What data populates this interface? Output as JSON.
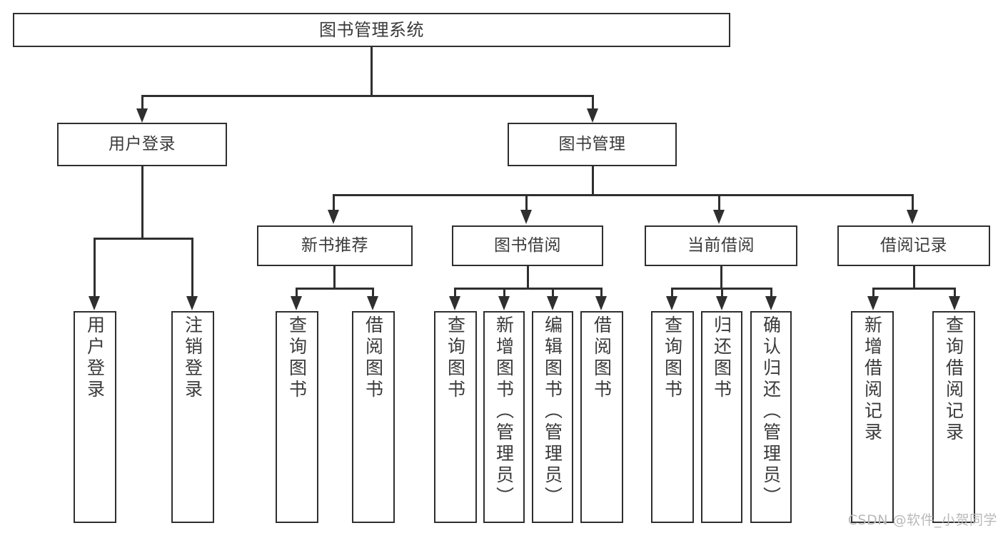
{
  "diagram": {
    "type": "tree",
    "title": "图书管理系统",
    "watermark": "CSDN @软件_小贺同学",
    "colors": {
      "stroke": "#2f2f2f",
      "text": "#3a3a3a",
      "background": "#ffffff",
      "watermark": "#b9b9b9"
    },
    "root": {
      "label": "图书管理系统"
    },
    "level1": [
      {
        "label": "用户登录"
      },
      {
        "label": "图书管理"
      }
    ],
    "level2": [
      {
        "label": "新书推荐"
      },
      {
        "label": "图书借阅"
      },
      {
        "label": "当前借阅"
      },
      {
        "label": "借阅记录"
      }
    ],
    "leaves": {
      "user_login": [
        {
          "label": "用户登录"
        },
        {
          "label": "注销登录"
        }
      ],
      "new_book_recommend": [
        {
          "label": "查询图书"
        },
        {
          "label": "借阅图书"
        }
      ],
      "book_borrow": [
        {
          "label": "查询图书"
        },
        {
          "label": "新增图书（管理员）"
        },
        {
          "label": "编辑图书（管理员）"
        },
        {
          "label": "借阅图书"
        }
      ],
      "current_borrow": [
        {
          "label": "查询图书"
        },
        {
          "label": "归还图书"
        },
        {
          "label": "确认归还（管理员）"
        }
      ],
      "borrow_record": [
        {
          "label": "新增借阅记录"
        },
        {
          "label": "查询借阅记录"
        }
      ]
    }
  }
}
